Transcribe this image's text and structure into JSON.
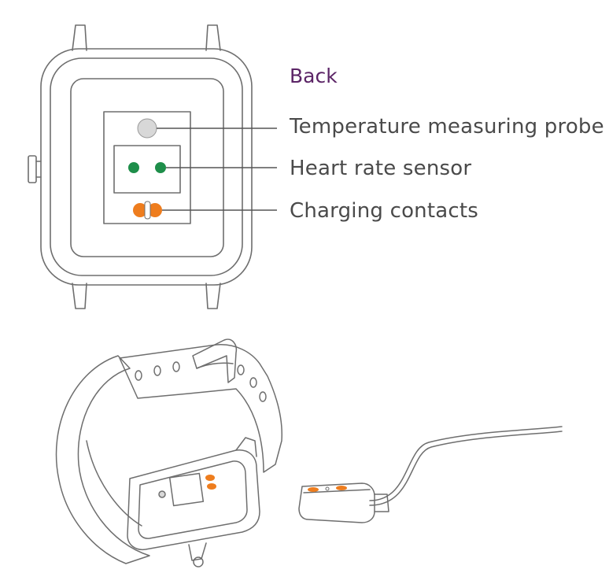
{
  "section_title": "Back",
  "labels": {
    "temperature_probe": "Temperature measuring probe",
    "heart_rate_sensor": "Heart rate sensor",
    "charging_contacts": "Charging contacts"
  },
  "colors": {
    "title": "#5b2466",
    "label_text": "#4a4a4a",
    "outline": "#6e6e6e",
    "sensor_green": "#1e8e4a",
    "contact_orange": "#ee7d1e",
    "probe_gray": "#d8d8d8"
  }
}
